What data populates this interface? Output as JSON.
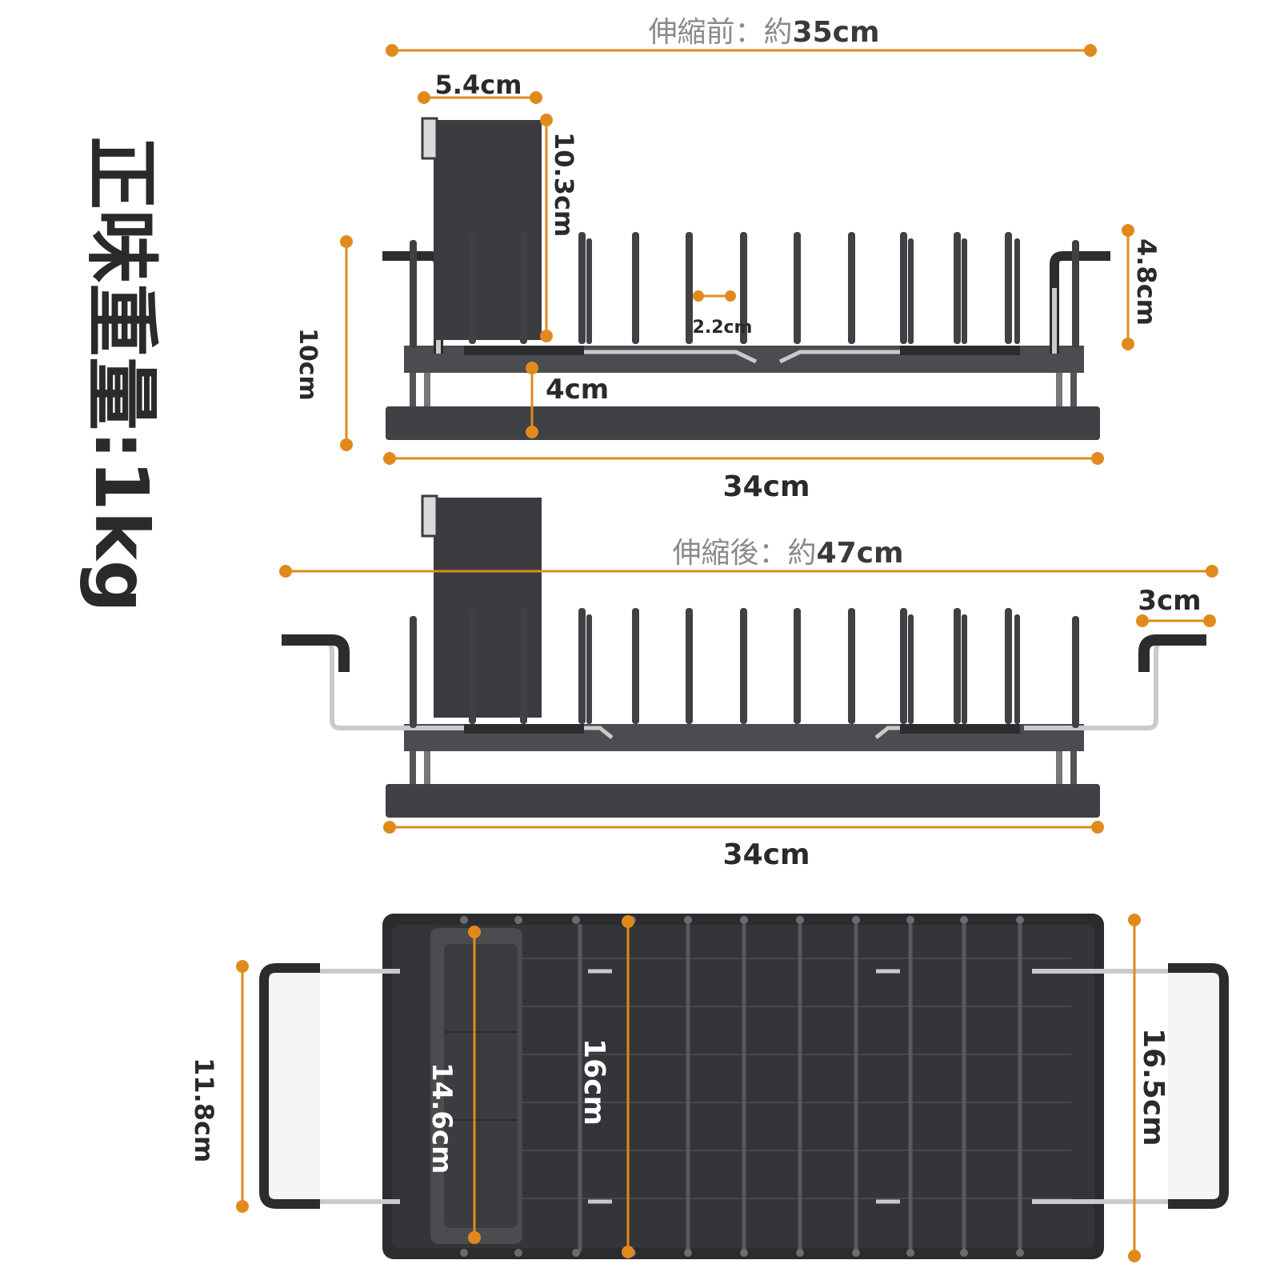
{
  "colors": {
    "accent": "#e08a1e",
    "frame": "#3f4144",
    "frame_dark": "#2b2c2e",
    "steel": "#b8b9bb",
    "text": "#2a2a2a",
    "muted": "#8a8a8a"
  },
  "weight_label": "正味重量:1kg",
  "front_view_retracted": {
    "width_before_prefix": "伸縮前：約",
    "width_before_value": "35cm",
    "holder_width": "5.4cm",
    "holder_height": "10.3cm",
    "total_height": "10cm",
    "slot_gap": "2.2cm",
    "handle_height": "4.8cm",
    "tray_gap": "4cm",
    "base_width": "34cm"
  },
  "front_view_extended": {
    "width_after_prefix": "伸縮後：約",
    "width_after_value": "47cm",
    "handle_extension": "3cm",
    "base_width": "34cm"
  },
  "top_view": {
    "handle_depth": "11.8cm",
    "holder_depth": "14.6cm",
    "inner_depth": "16cm",
    "outer_depth": "16.5cm"
  }
}
